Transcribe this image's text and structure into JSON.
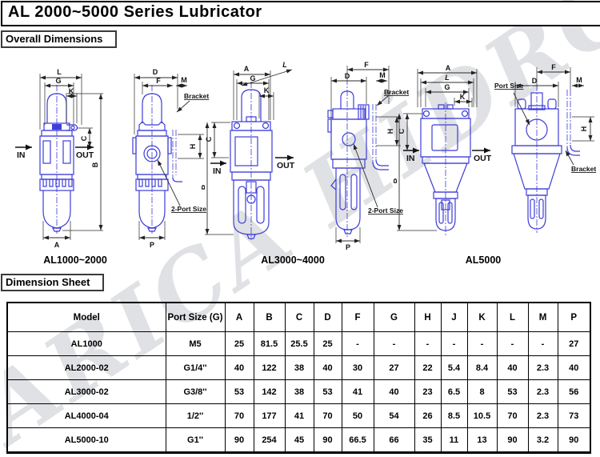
{
  "title": "AL 2000~5000  Series Lubricator",
  "sections": {
    "overall": "Overall Dimensions",
    "sheet": "Dimension Sheet"
  },
  "watermark": "ARICA HİDROLİK",
  "colors": {
    "drawing_blue": "#3c3cd8",
    "dimension_line": "#2c2c2c",
    "border": "#000000"
  },
  "diagrams": {
    "captions": {
      "group1": "AL1000~2000",
      "group2": "AL3000~4000",
      "group3": "AL5000"
    },
    "labels": {
      "in": "IN",
      "out": "OUT",
      "bracket": "Bracket",
      "two_port": "2-Port Size",
      "port_size": "Port Size"
    },
    "dims": {
      "A": "A",
      "B": "B",
      "C": "C",
      "D": "D",
      "F": "F",
      "G": "G",
      "H": "H",
      "K": "K",
      "L": "L",
      "M": "M",
      "P": "P"
    }
  },
  "table": {
    "headers": [
      "Model",
      "Port Size (G)",
      "A",
      "B",
      "C",
      "D",
      "F",
      "G",
      "H",
      "J",
      "K",
      "L",
      "M",
      "P"
    ],
    "rows": [
      [
        "AL1000",
        "M5",
        "25",
        "81.5",
        "25.5",
        "25",
        "-",
        "-",
        "-",
        "-",
        "-",
        "-",
        "-",
        "27"
      ],
      [
        "AL2000-02",
        "G1/4''",
        "40",
        "122",
        "38",
        "40",
        "30",
        "27",
        "22",
        "5.4",
        "8.4",
        "40",
        "2.3",
        "40"
      ],
      [
        "AL3000-02",
        "G3/8''",
        "53",
        "142",
        "38",
        "53",
        "41",
        "40",
        "23",
        "6.5",
        "8",
        "53",
        "2.3",
        "56"
      ],
      [
        "AL4000-04",
        "1/2''",
        "70",
        "177",
        "41",
        "70",
        "50",
        "54",
        "26",
        "8.5",
        "10.5",
        "70",
        "2.3",
        "73"
      ],
      [
        "AL5000-10",
        "G1''",
        "90",
        "254",
        "45",
        "90",
        "66.5",
        "66",
        "35",
        "11",
        "13",
        "90",
        "3.2",
        "90"
      ]
    ]
  }
}
